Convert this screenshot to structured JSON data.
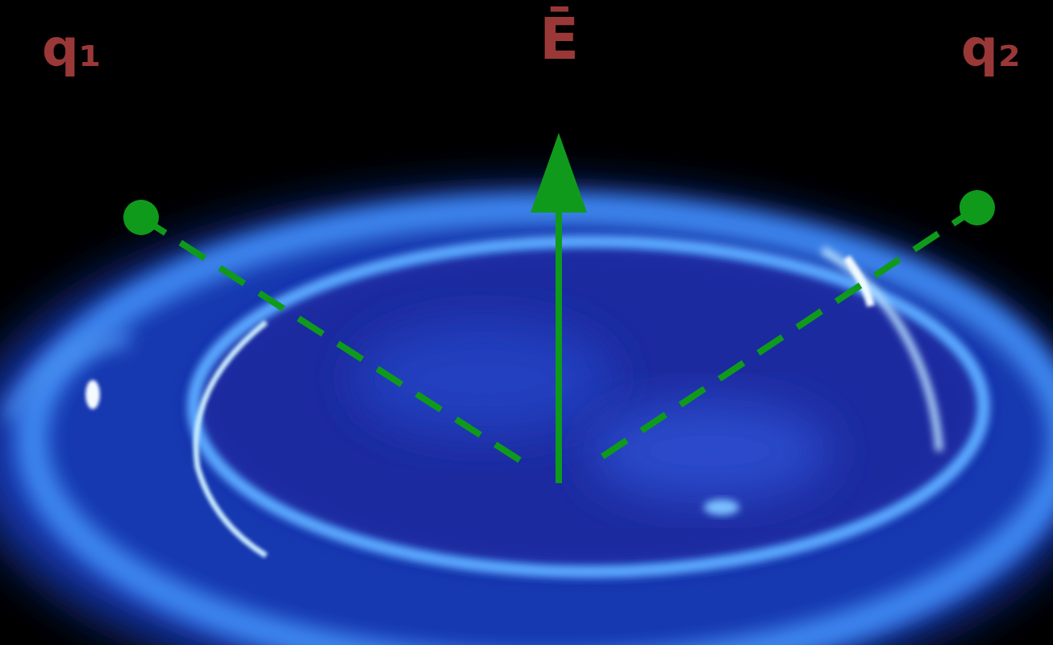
{
  "diagram": {
    "labels": [
      "q₁",
      "Ē",
      "q₂"
    ]
  }
}
